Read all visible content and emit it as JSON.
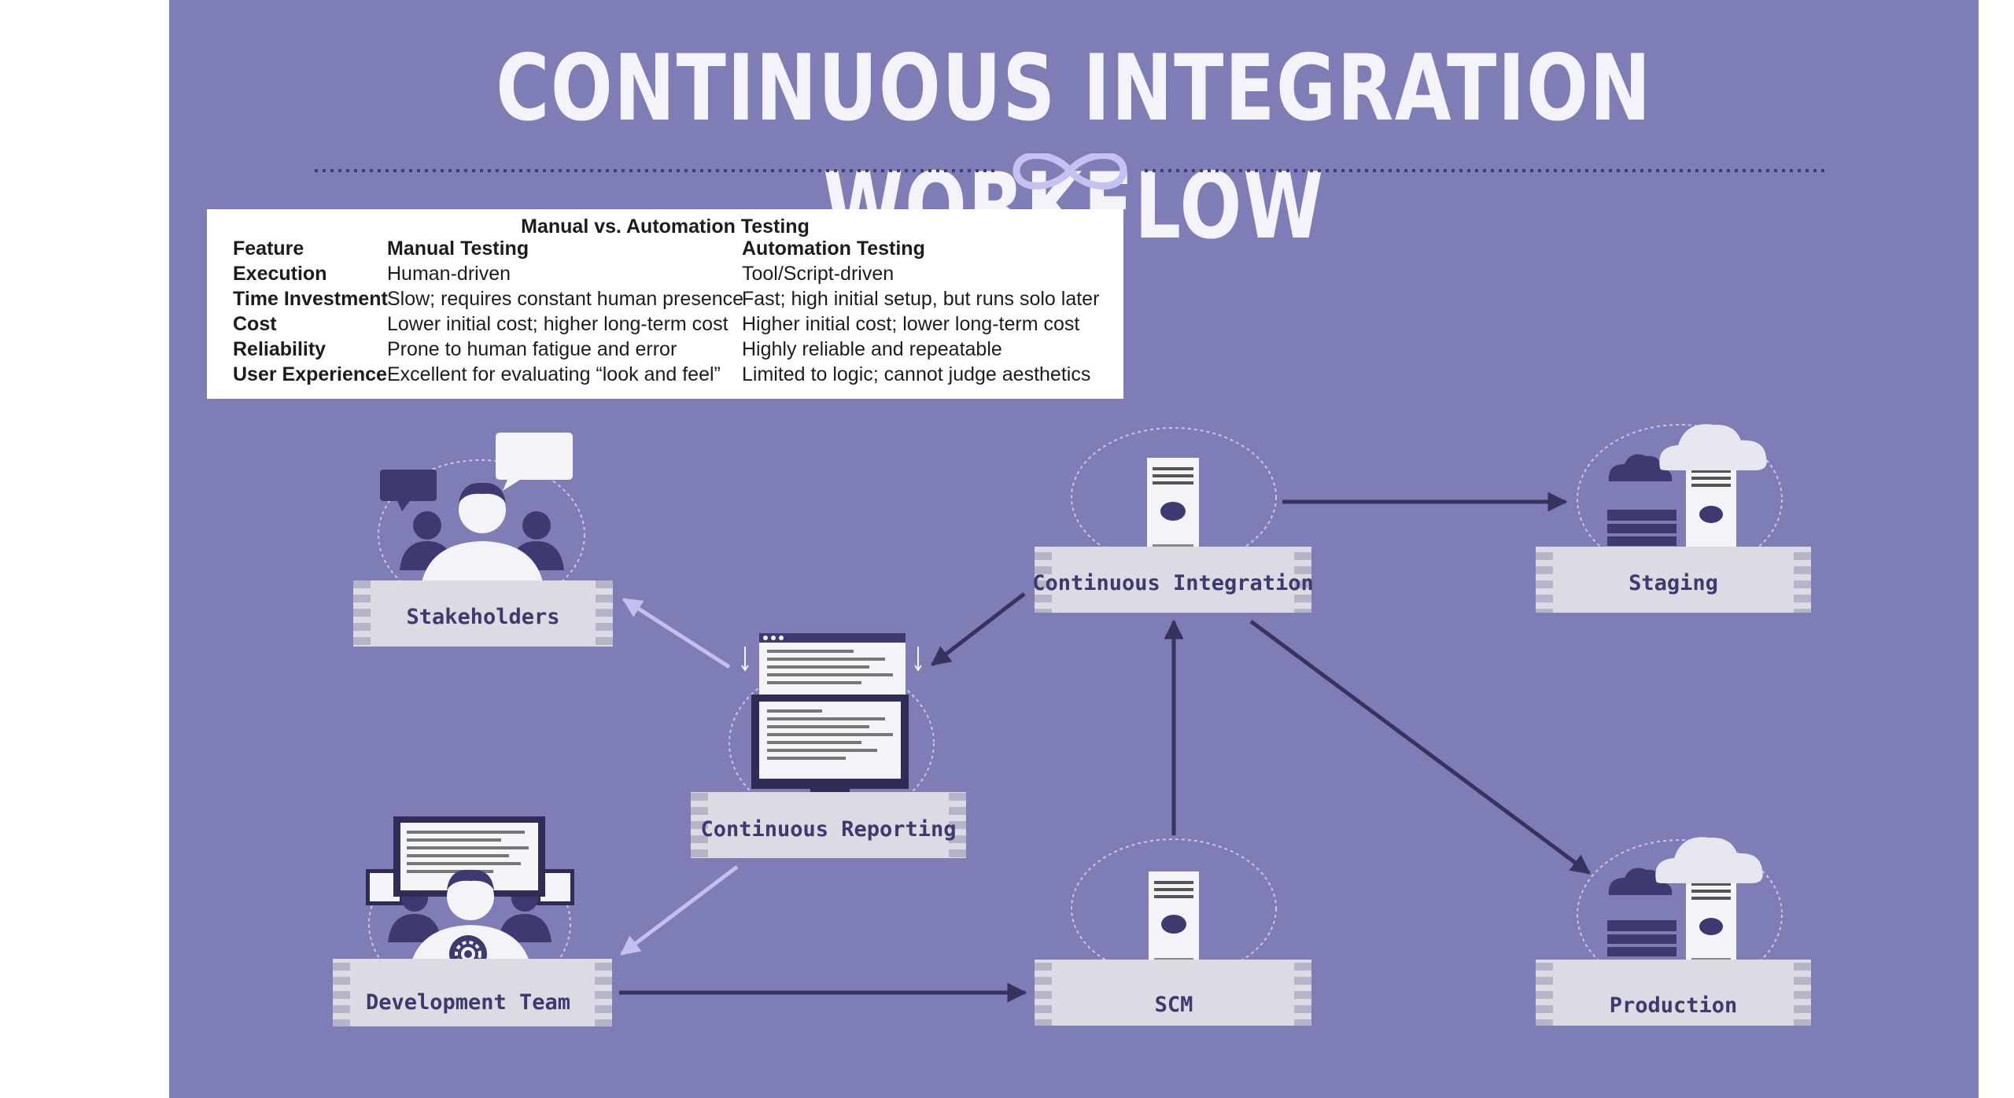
{
  "title": "CONTINUOUS INTEGRATION WORKFLOW",
  "divider_icon": "infinity-icon",
  "comparison_table": {
    "caption": "Manual vs. Automation Testing",
    "headers": [
      "Feature",
      "Manual Testing",
      "Automation Testing"
    ],
    "rows": [
      [
        "Execution",
        "Human-driven",
        "Tool/Script-driven"
      ],
      [
        "Time Investment",
        "Slow; requires constant human presence",
        "Fast; high initial setup, but runs solo later"
      ],
      [
        "Cost",
        "Lower initial cost; higher long-term cost",
        "Higher initial cost; lower long-term cost"
      ],
      [
        "Reliability",
        "Prone to human fatigue and error",
        "Highly reliable and repeatable"
      ],
      [
        "User Experience",
        "Excellent for  evaluating “look and feel”",
        "Limited to logic; cannot judge aesthetics"
      ]
    ]
  },
  "nodes": {
    "stakeholders": {
      "label": "Stakeholders",
      "icon": "stakeholders-group-icon"
    },
    "continuous_integration": {
      "label": "Continuous Integration",
      "icon": "server-icon"
    },
    "staging": {
      "label": "Staging",
      "icon": "cloud-server-icon"
    },
    "continuous_reporting": {
      "label": "Continuous Reporting",
      "icon": "report-monitor-icon"
    },
    "development_team": {
      "label": "Development Team",
      "icon": "developer-team-icon"
    },
    "scm": {
      "label": "SCM",
      "icon": "server-icon"
    },
    "production": {
      "label": "Production",
      "icon": "cloud-server-icon"
    }
  },
  "edges": [
    {
      "from": "continuous_integration",
      "to": "staging"
    },
    {
      "from": "continuous_integration",
      "to": "continuous_reporting"
    },
    {
      "from": "continuous_integration",
      "to": "production"
    },
    {
      "from": "scm",
      "to": "continuous_integration"
    },
    {
      "from": "development_team",
      "to": "scm"
    },
    {
      "from": "continuous_reporting",
      "to": "stakeholders"
    },
    {
      "from": "continuous_reporting",
      "to": "development_team"
    }
  ],
  "colors": {
    "background": "#7f7db5",
    "title": "#f4f3fa",
    "plate": "#dcdbe3",
    "label": "#3c3a6e",
    "dark_arrow": "#36345e",
    "light_arrow": "#c2c0ee",
    "icon_dark": "#3c3a70"
  }
}
